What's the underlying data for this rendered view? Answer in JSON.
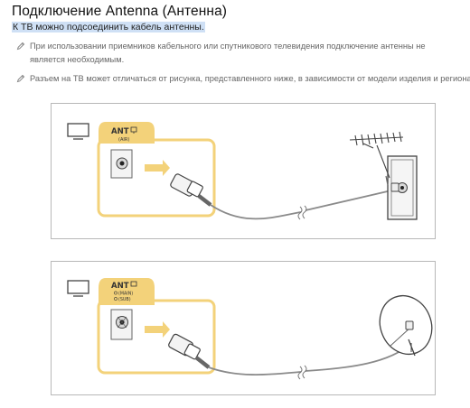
{
  "page": {
    "title": "Подключение Antenna (Антенна)",
    "subtitle": "К ТВ можно подсоединить кабель антенны."
  },
  "notes": [
    {
      "icon": "pencil-icon",
      "text": "При использовании приемников кабельного или спутникового телевидения подключение антенны не является необходимым."
    },
    {
      "icon": "pencil-icon",
      "text": "Разъем на ТВ может отличаться от рисунка, представленного ниже, в зависимости от модели изделия и региона."
    }
  ],
  "diagrams": [
    {
      "port_label": "ANT",
      "port_sublabel": "(AIR)",
      "source": "roof-antenna"
    },
    {
      "port_label": "ANT",
      "port_sublabel_1": "(MAIN)",
      "port_sublabel_2": "(SUB)",
      "source": "satellite-dish"
    }
  ],
  "colors": {
    "accent_yellow": "#f3d27a",
    "highlight_blue": "#cfe0f5",
    "border_gray": "#b8b8b8",
    "cable_gray": "#8a8a8a"
  }
}
